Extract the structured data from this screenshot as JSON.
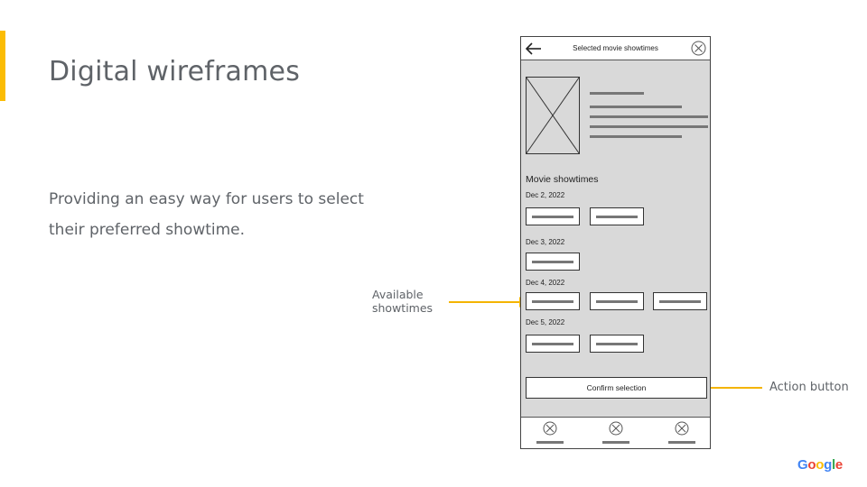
{
  "slide": {
    "title": "Digital wireframes",
    "body": "Providing an easy way for users to select their preferred showtime."
  },
  "callouts": {
    "available_showtimes": "Available showtimes",
    "action_button": "Action button"
  },
  "wireframe": {
    "header_title": "Selected movie showtimes",
    "section_heading": "Movie showtimes",
    "dates": [
      "Dec 2, 2022",
      "Dec 3, 2022",
      "Dec 4, 2022",
      "Dec 5, 2022"
    ],
    "confirm_label": "Confirm selection",
    "icons": {
      "back": "arrow-left-icon",
      "close": "close-circle-icon",
      "nav": "placeholder-circle-icon"
    }
  },
  "brand": {
    "logo_text": "Google",
    "colors": {
      "accent": "#fbbc04",
      "arrow": "#f4b400",
      "text": "#5f6368"
    }
  }
}
